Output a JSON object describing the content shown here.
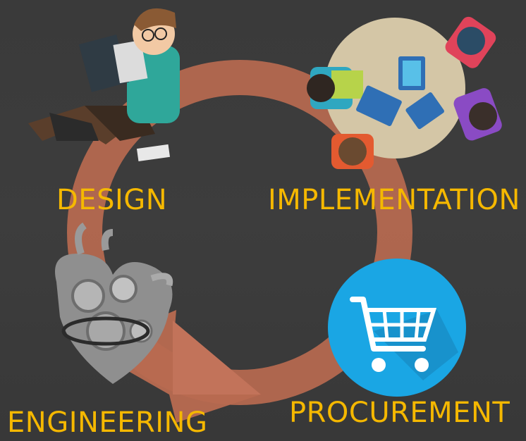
{
  "colors": {
    "background": "#3c3c3c",
    "label": "#f5b800",
    "cycle_arrow": "#b86a50",
    "cart_circle": "#1aa6e4"
  },
  "stages": {
    "design": {
      "label": "DESIGN",
      "icon": "person-reading-book"
    },
    "implementation": {
      "label": "IMPLEMENTATION",
      "icon": "team-at-table-with-tablets"
    },
    "engineering": {
      "label": "ENGINEERING",
      "icon": "mechanical-heart-gears"
    },
    "procurement": {
      "label": "PROCUREMENT",
      "icon": "shopping-cart"
    }
  }
}
